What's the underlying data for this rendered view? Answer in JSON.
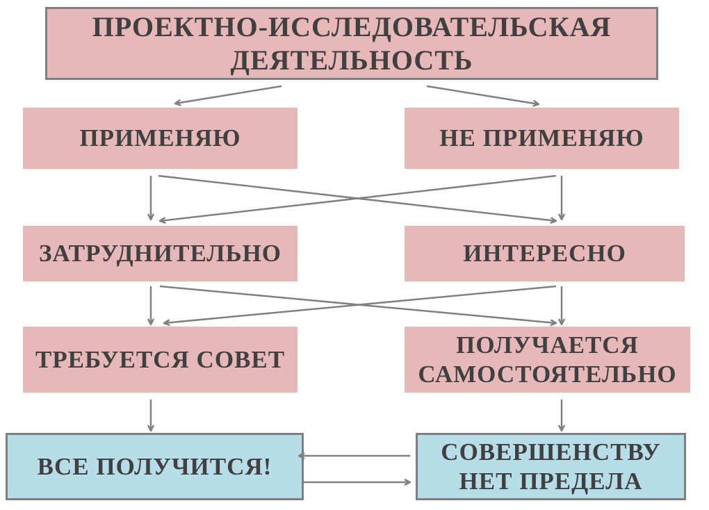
{
  "title": {
    "line1": "ПРОЕКТНО-ИССЛЕДОВАТЕЛЬСКАЯ",
    "line2": "ДЕЯТЕЛЬНОСТЬ"
  },
  "row1": {
    "left": "ПРИМЕНЯЮ",
    "right": "НЕ ПРИМЕНЯЮ"
  },
  "row2": {
    "left": "ЗАТРУДНИТЕЛЬНО",
    "right": "ИНТЕРЕСНО"
  },
  "row3": {
    "left": "ТРЕБУЕТСЯ СОВЕТ",
    "right_line1": "ПОЛУЧАЕТСЯ",
    "right_line2": "САМОСТОЯТЕЛЬНО"
  },
  "row4": {
    "left": "ВСЕ ПОЛУЧИТСЯ!",
    "right_line1": "СОВЕРШЕНСТВУ",
    "right_line2": "НЕТ ПРЕДЕЛА"
  },
  "colors": {
    "pink": "#e6b8b7",
    "blue": "#b7dde8",
    "border": "#7f7f7f",
    "text": "#404040",
    "arrow": "#808080"
  }
}
